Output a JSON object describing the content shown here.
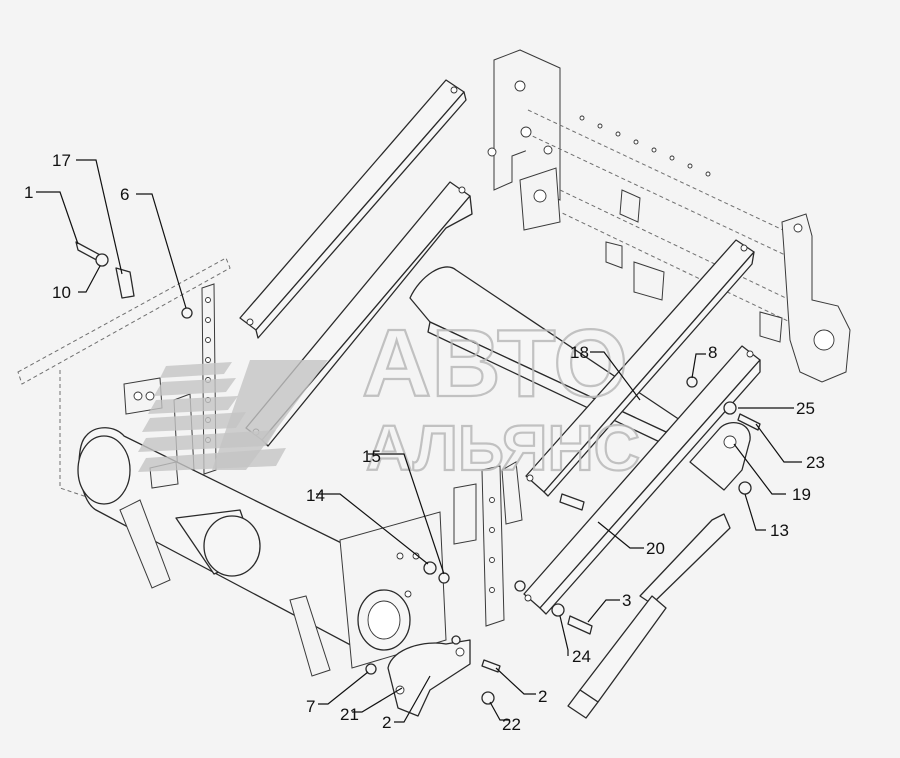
{
  "callouts": {
    "c1": "1",
    "c17": "17",
    "c6": "6",
    "c10": "10",
    "c18": "18",
    "c8": "8",
    "c25": "25",
    "c23": "23",
    "c19": "19",
    "c13": "13",
    "c20": "20",
    "c15": "15",
    "c14": "14",
    "c3": "3",
    "c24": "24",
    "c7": "7",
    "c21": "21",
    "c2a": "2",
    "c22": "22",
    "c2b": "2"
  },
  "watermark": {
    "line1": "АВТО",
    "line2": "АЛЬЯНС"
  },
  "colors": {
    "ink": "#222222",
    "ghost": "#6f6f6f",
    "watermark": "#b9b9b9",
    "background": "#f4f4f4"
  }
}
